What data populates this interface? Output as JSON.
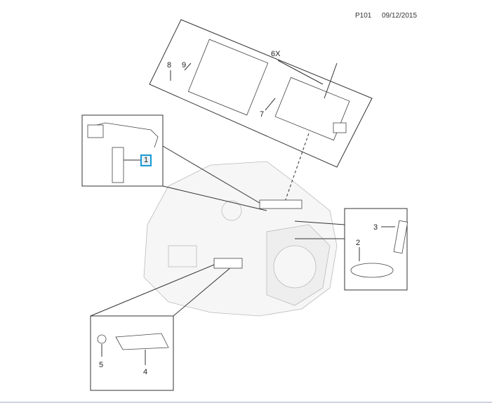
{
  "header": {
    "page_code": "P101",
    "date": "09/12/2015"
  },
  "callouts": {
    "c1": "1",
    "c2": "2",
    "c3": "3",
    "c4": "4",
    "c5": "5",
    "c6": "6X",
    "c7": "7",
    "c8": "8",
    "c9": "9"
  },
  "highlight_color": "#1a9ad6"
}
